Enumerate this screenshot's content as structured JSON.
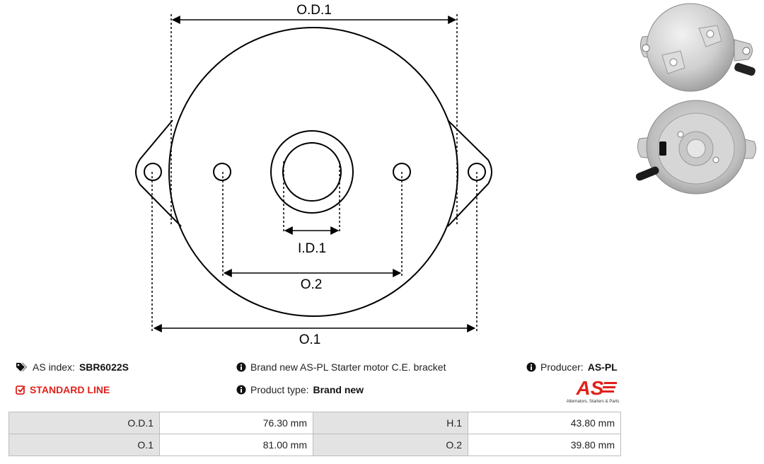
{
  "diagram": {
    "labels": {
      "od1": "O.D.1",
      "id1": "I.D.1",
      "o2": "O.2",
      "o1": "O.1"
    }
  },
  "info": {
    "as_index_label": "AS index:",
    "as_index_value": "SBR6022S",
    "line": "STANDARD LINE",
    "description": "Brand new AS-PL Starter motor C.E. bracket",
    "product_type_label": "Product type:",
    "product_type_value": "Brand new",
    "producer_label": "Producer:",
    "producer_value": "AS-PL"
  },
  "logo": {
    "mark": "AS",
    "tagline": "Alternators, Starters & Parts",
    "color": "#e0221b"
  },
  "specs": [
    {
      "label1": "O.D.1",
      "value1": "76.30 mm",
      "label2": "H.1",
      "value2": "43.80 mm"
    },
    {
      "label1": "O.1",
      "value1": "81.00 mm",
      "label2": "O.2",
      "value2": "39.80 mm"
    }
  ],
  "icons": {
    "index": "tags-icon",
    "line": "check-square-icon",
    "info": "info-circle-icon"
  }
}
